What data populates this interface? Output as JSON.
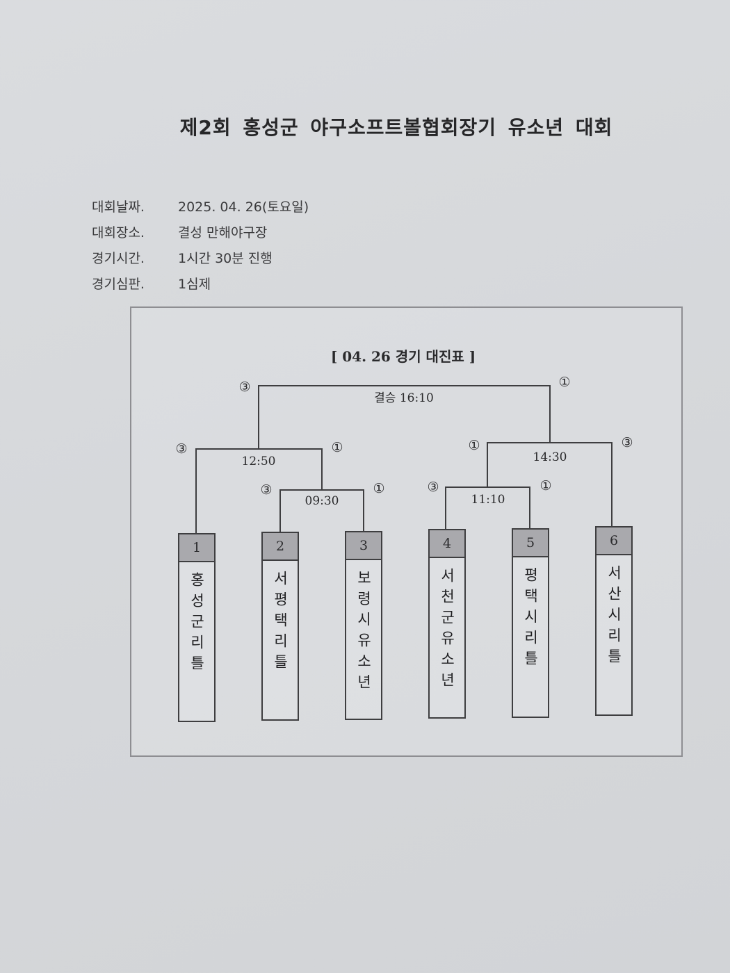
{
  "title": "제2회 홍성군 야구소프트볼협회장기 유소년 대회",
  "info": [
    {
      "label": "대회날짜.",
      "value": "2025. 04. 26(토요일)"
    },
    {
      "label": "대회장소.",
      "value": "결성 만해야구장"
    },
    {
      "label": "경기시간.",
      "value": "1시간 30분 진행"
    },
    {
      "label": "경기심판.",
      "value": "1심제"
    }
  ],
  "bracket": {
    "title": "[ 04. 26 경기 대진표 ]",
    "teams": [
      {
        "num": "1",
        "name": "홍성군리틀"
      },
      {
        "num": "2",
        "name": "서평택리틀"
      },
      {
        "num": "3",
        "name": "보령시유소년"
      },
      {
        "num": "4",
        "name": "서천군유소년"
      },
      {
        "num": "5",
        "name": "평택시리틀"
      },
      {
        "num": "6",
        "name": "서산시리틀"
      }
    ],
    "matches": [
      {
        "id": "m-0930",
        "time": "09:30",
        "left_mark": "③",
        "right_mark": "①"
      },
      {
        "id": "m-1110",
        "time": "11:10",
        "left_mark": "③",
        "right_mark": "①"
      },
      {
        "id": "m-1250",
        "time": "12:50",
        "left_mark": "③",
        "right_mark": "①"
      },
      {
        "id": "m-1430",
        "time": "14:30",
        "left_mark": "①",
        "right_mark": "③"
      },
      {
        "id": "m-final",
        "time": "결승 16:10",
        "left_mark": "③",
        "right_mark": "①"
      }
    ]
  },
  "colors": {
    "paper": "#d8dadd",
    "line": "#3e3e40",
    "header_fill": "#a9a9ad"
  }
}
